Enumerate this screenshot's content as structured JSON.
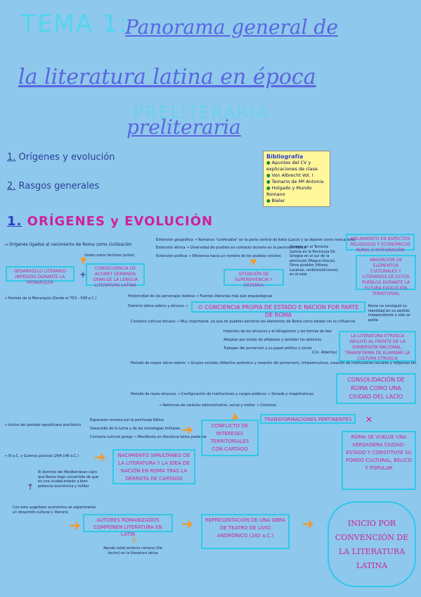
{
  "title": {
    "prefix": "TEMA 1:",
    "line1": "Panorama general de",
    "line2": "la literatura latina en época",
    "line3_shadow": "PRELITERARIA",
    "line3": "preliteraria"
  },
  "sections": [
    {
      "number": "1.",
      "label": "Orígenes y evolución"
    },
    {
      "number": "2.",
      "label": "Rasgos generales"
    }
  ],
  "bibliography": {
    "heading": "Bibliografía",
    "items": [
      "Apuntes del CV y explicaciones de clase",
      "Von Albrecht Vol. I",
      "Temario de Mª Antonia",
      "Holgado y Mundo Romano",
      "Bieler"
    ]
  },
  "section1": {
    "number": "1.",
    "title": "ORÍGENES y EVOLUCIÓN"
  },
  "notes": {
    "origenes": "→ Orígenes ligados al nacimiento de Roma como civilización",
    "origenes_sub": "(todos estos factores juntos)",
    "ext_geo": "Extensión geográfica → Romanos \"confinados\" en la parte central de Italia (Lacio) y se dejaron como marcadores",
    "ext_etnica": "Extensión étnica → Diversidad de pueblos en contacto durante en la península Itálica",
    "ext_politica": "Extensión política → Eficiencia hacia un nombre de los pueblos vecinos",
    "ext_side": "Griegos en el Torrente Galicia en la Península De Griegos en el sur de la península (Magna Grecia). Otros pueblos (Hiteos, Lucanos, umbríos/etruscos) en el este",
    "monarquia": "→ Periodo de la Monarquía (Desde el 753 – 509 a.C.)",
    "historicidad": "Historicidad de los personajes dudosa → Fuentes literarias más que arqueológicas",
    "dominio": "Dominio latino-sabino y etrusco →",
    "roma_no": "Roma no consiguió su identidad en su sentido independiente y sólo se podía",
    "contexto": "Contexto cultural etrusco → Muy importante, ya que de pueblos extraños les elementos de Roma como estado sin su influencia",
    "etrusco1": "Importan de los etruscos y el bilingüismo y las formas de leer",
    "etrusco2": "Adoptan por medio de alfabetos y también los distintos",
    "etrusco3": "Trabajan del pomerium y su papel político y social",
    "cicero": "(Cic. Albertos)",
    "auge": "Periodo de mayor latino-sabino → Grupos sociales (Albe/Ino auténtico y creación del pomerium), infraestructura, creación de instituciones sociales y religiosas etc.",
    "etruscos2": "Periodo de reyes etruscos → Configuración de instituciones y cargos públicos → Senado y magistraturas",
    "etruscos3": "→ Reformas de carácter administrativo, social y militar → Comicios",
    "republica": "→ Inicios del periodo republicano preclásico",
    "rep1": "Expansión romana por la península Itálica",
    "rep2": "Desarrollo de la lucha y de las estrategias militares",
    "rep3": "Contexto cultural griego → Manifiesta en literatura latina posterior",
    "guerras": "→ III a.C. y Guerras púnicas (264-146 a.C.)",
    "dominio_med": "El dominio del Mediterráneo claro que Roma llegó convertida de que es una ciudad-estado a bien potencia económica y militar",
    "auge_cultural": "Con este auge/bien económica se experimenta un desarrollo cultural y literario",
    "nacido": "Nacido tal/el entorno romano (De hecho) en la literatura latina"
  },
  "boxes": {
    "desarrollo": "DESARROLLO LITERARIO IMPEDIDO DURANTE LA MONARQUÍA",
    "consecuencia": "CONSECUENCIA DE ACOMET DEMANDA GRAN DE LA LENGUA LITERATURA LATINA",
    "aislamiento": "AISLAMIENTO EN ASPECTOS RELIGIOSOS Y ECONÓMICOS RURAL E INTEGRACIÓN",
    "situacion": "SITUACIÓN DE SUPERVIVENCIA Y DEFENSA",
    "absorcion": "ABSORCIÓN DE ELEMENTOS CULTURALES Y LITERARIOS DE ESTOS PUEBLOS DURANTE LA FUTURA EVOLUCIÓN TERRITORIAL",
    "conciencia": "∅ CONCIENCIA PROPIA DE ESTADO E NACIÓN POR PARTE DE ROMA",
    "literatura_etrusca": "LA LITERATURA ETRUSCA INFLUYÓ AL FRENTE DE LA SOMERSIÓN NACIONAL, TRANSFORMA DE ELIMINAR LA CULTURA ETRUSCA",
    "consolidacion": "CONSOLIDACIÓN DE ROMA COMO UNA CIUDAD DEL LACIO",
    "transformaciones": "TRANSFORMACIONES PERTINENTES",
    "conflicto": "CONFLICTO DE INTERESES TERRITORIALES CON CARTAGO",
    "roma_vuelve": "ROMA SE VUELVE UNA VERDADERA CIUDAD-ESTADO Y CONSTITUYE SU FONDO CULTURAL, BÉLICO Y POPULAR",
    "nacimiento": "NACIMIENTO SIMULTÁNEO DE LA LITERATURA Y LA IDEA DE NACIÓN EN ROMA TRAS LA DERROTA DE CARTAGO",
    "autores": "AUTORES ROMANIZADOS COMPONEN LITERATURA EN LATÍN",
    "representacion": "REPRESENTACIÓN DE UNA OBRA DE TEATRO DE LIVIO ANDRÓNICO (240 a.C.)",
    "inicio": "INICIO POR CONVENCIÓN DE LA LITERATURA LATINA"
  },
  "colors": {
    "background": "#8ec8ec",
    "title_blue": "#5a64e0",
    "title_cyan": "#53d5ee",
    "accent_pink": "#d0209a",
    "box_border": "#2fc8e8",
    "arrow_orange": "#f29a2e",
    "bibliography_bg": "#fff79a"
  }
}
